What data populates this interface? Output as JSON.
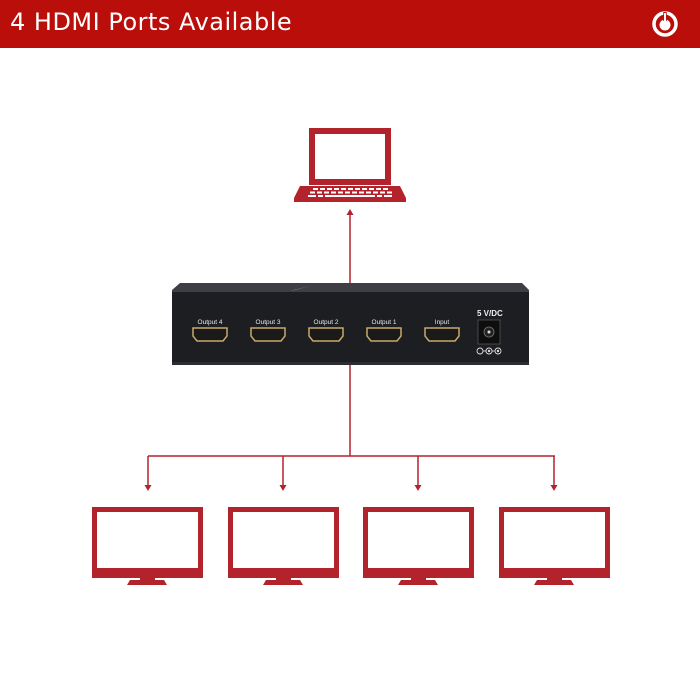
{
  "header": {
    "title": "4 HDMI Ports Available",
    "icon": "power-icon",
    "background_color": "#b90e0a"
  },
  "diagram": {
    "accent_color": "#b3232b",
    "source": {
      "type": "laptop",
      "icon": "laptop-icon"
    },
    "splitter": {
      "ports": [
        {
          "label": "Output 4"
        },
        {
          "label": "Output 3"
        },
        {
          "label": "Output 2"
        },
        {
          "label": "Output 1"
        },
        {
          "label": "Input"
        }
      ],
      "power_label": "5 V/DC"
    },
    "displays": [
      {
        "icon": "monitor-icon"
      },
      {
        "icon": "monitor-icon"
      },
      {
        "icon": "monitor-icon"
      },
      {
        "icon": "monitor-icon"
      }
    ]
  }
}
